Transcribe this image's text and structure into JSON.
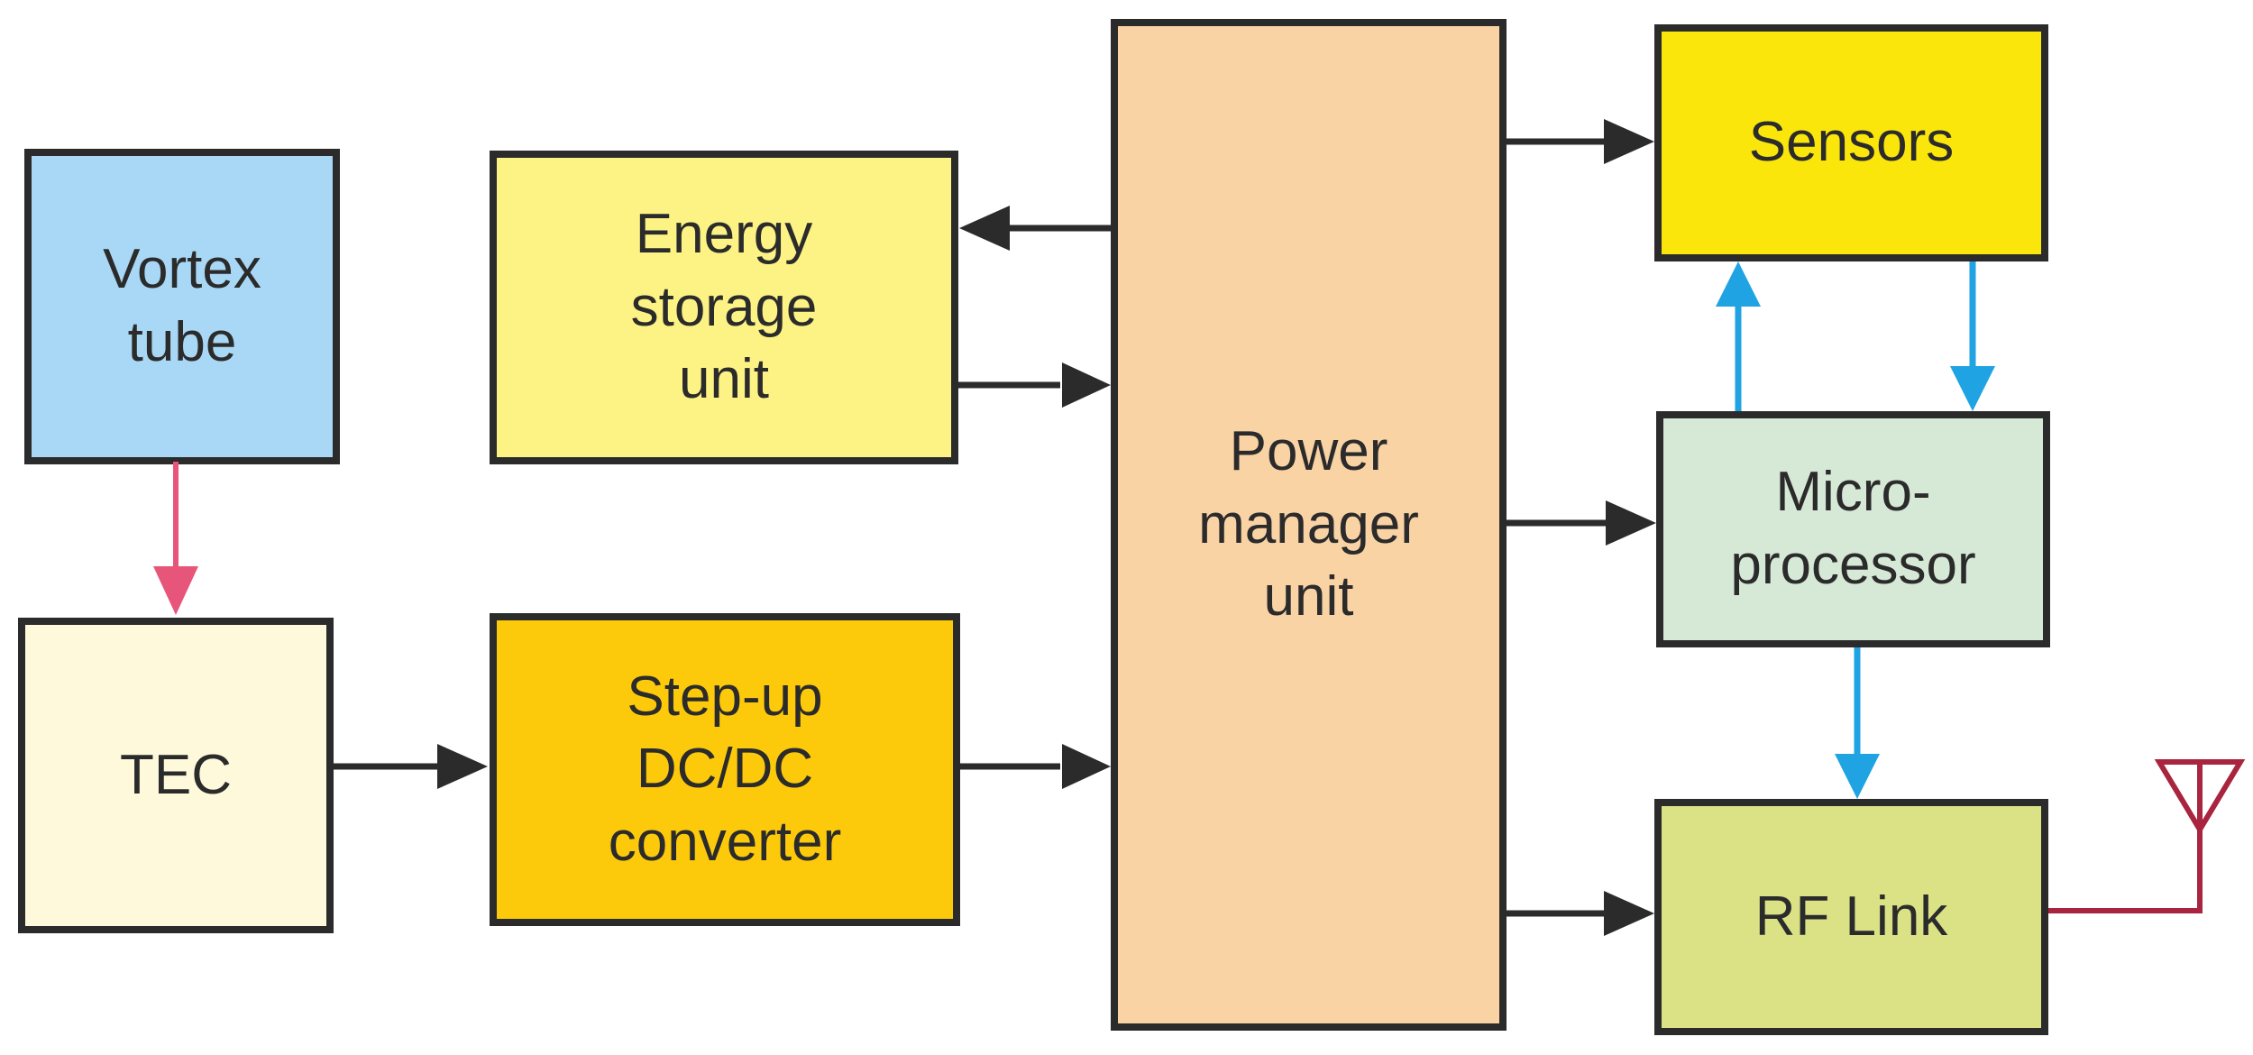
{
  "blocks": {
    "vortex_tube": {
      "label": "Vortex\ntube",
      "color": "#a8d8f5"
    },
    "tec": {
      "label": "TEC",
      "color": "#fff9dc"
    },
    "energy_storage": {
      "label": "Energy\nstorage\nunit",
      "color": "#fdf384"
    },
    "step_up": {
      "label": "Step-up\nDC/DC\nconverter",
      "color": "#fdca0b"
    },
    "power_manager": {
      "label": "Power\nmanager\nunit",
      "color": "#fad3a5"
    },
    "sensors": {
      "label": "Sensors",
      "color": "#fbe60c"
    },
    "microprocessor": {
      "label": "Micro-\nprocessor",
      "color": "#d6e8d6"
    },
    "rf_link": {
      "label": "RF Link",
      "color": "#dbe286"
    }
  },
  "colors": {
    "arrow_black": "#2b2b2b",
    "arrow_pink": "#e8557a",
    "arrow_blue": "#1fa3e3",
    "antenna": "#a8243f",
    "border": "#2b2b2b"
  }
}
